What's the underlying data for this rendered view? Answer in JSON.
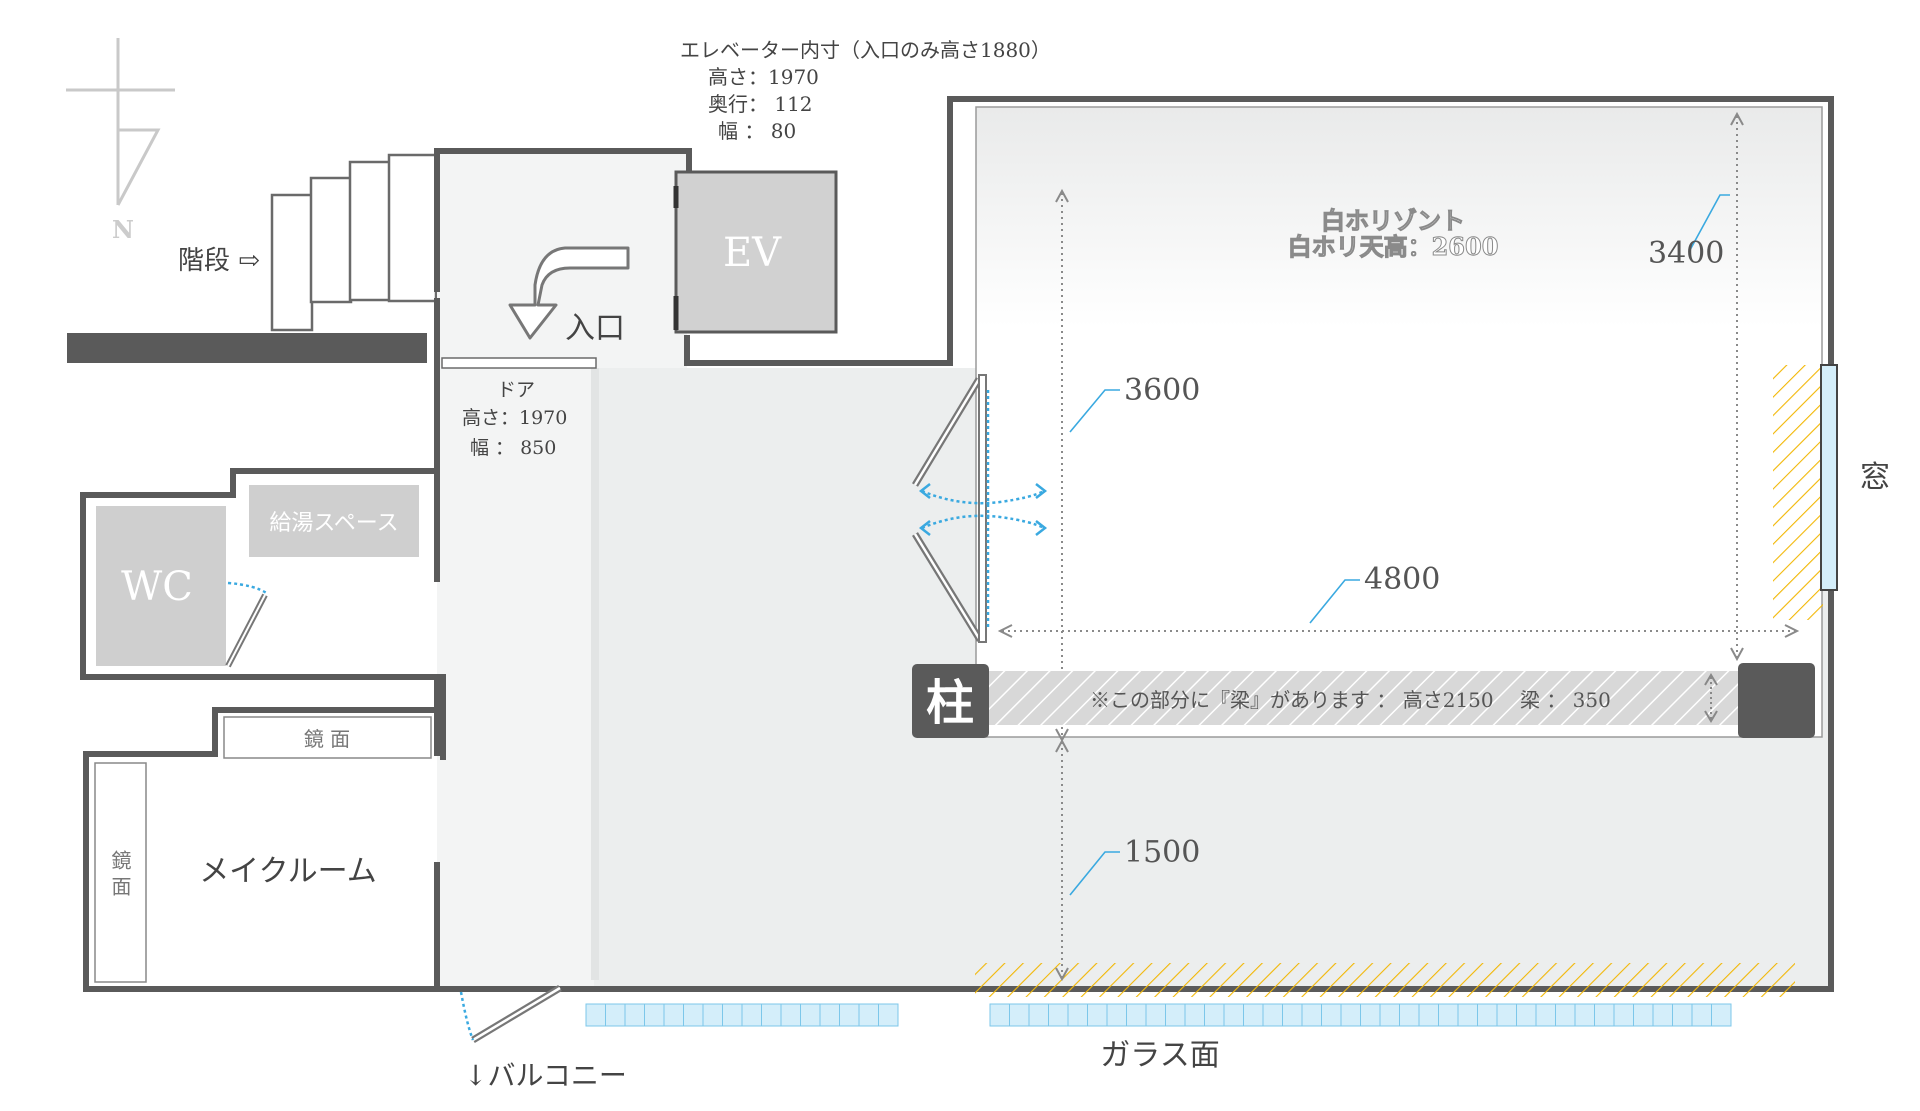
{
  "compass": {
    "label": "N"
  },
  "stairs": {
    "label": "階段 ⇨"
  },
  "elevator": {
    "label": "EV",
    "spec_title": "エレベーター内寸（入口のみ高さ1880）",
    "spec_lines": [
      "高さ：1970",
      "奥行： 112",
      "幅 ： 80"
    ]
  },
  "entrance": {
    "label": "入口"
  },
  "door": {
    "title": "ドア",
    "lines": [
      "高さ：1970",
      "幅 ： 850"
    ]
  },
  "rooms": {
    "wc": "WC",
    "kitchenette": "給湯スペース",
    "makeup_room": "メイクルーム",
    "mirror_top": "鏡 面",
    "mirror_side": "鏡面"
  },
  "balcony": {
    "label": "↓バルコニー"
  },
  "glass": {
    "label": "ガラス面"
  },
  "window": {
    "label": "窓"
  },
  "horizont": {
    "title": "白ホリゾント",
    "subtitle": "白ホリ天高：2600"
  },
  "dimensions": {
    "d3400": "3400",
    "d3600": "3600",
    "d4800": "4800",
    "d1500": "1500"
  },
  "pillar": {
    "label": "柱"
  },
  "beam": {
    "note": "※この部分に『梁』があります ： 高さ2150　 梁 ： 350"
  },
  "colors": {
    "wall": "#5a5a5a",
    "floor": "#eceeee",
    "hall": "#f3f4f4",
    "room_fill": "#cfcfcf",
    "door_swing": "#3aa9e0",
    "glass": "#d4eefa",
    "hatch": "#f2b705",
    "pillar": "#5a5a5a"
  }
}
